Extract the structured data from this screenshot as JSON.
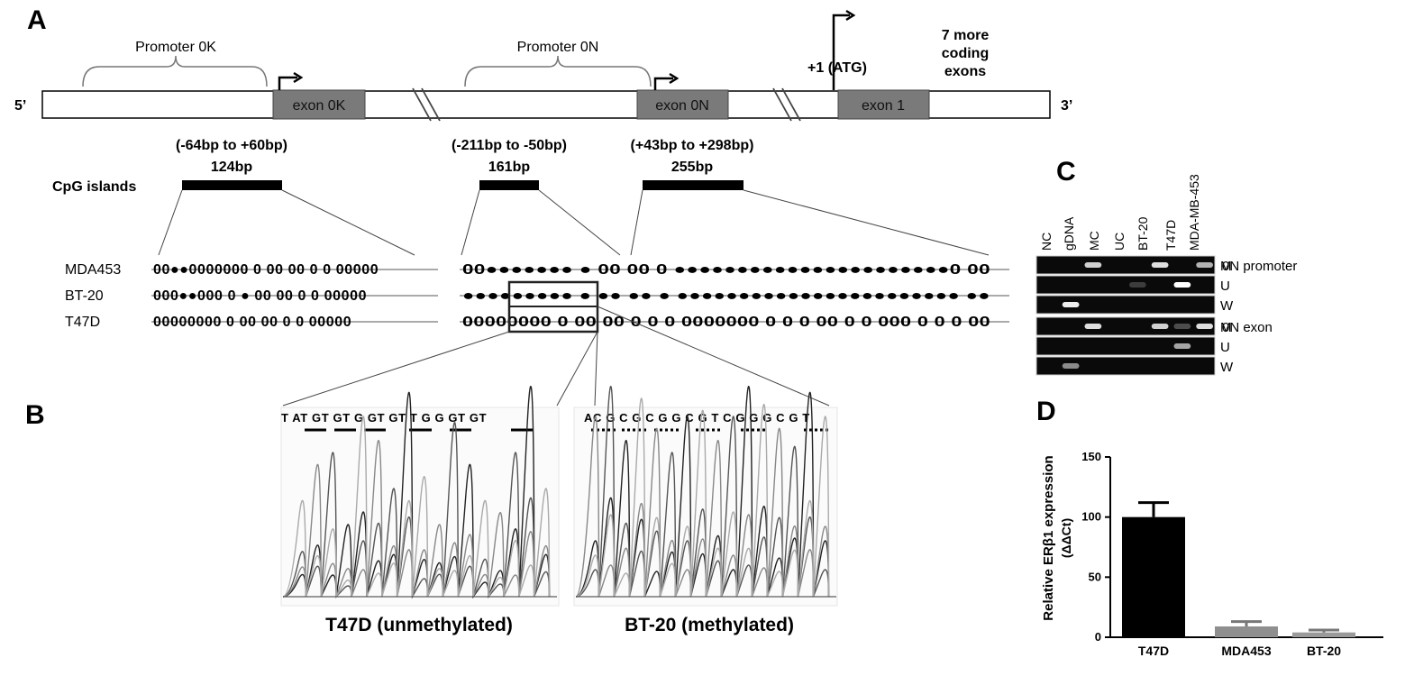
{
  "panels": {
    "a": "A",
    "b": "B",
    "c": "C",
    "d": "D"
  },
  "gene_map": {
    "five_prime": "5’",
    "three_prime": "3’",
    "promoter_0k": "Promoter 0K",
    "promoter_0n": "Promoter 0N",
    "exon_0k": "exon 0K",
    "exon_0n": "exon 0N",
    "exon_1": "exon  1",
    "atg": "+1 (ATG)",
    "more_exons": [
      "7 more",
      "coding",
      "exons"
    ]
  },
  "cpg": {
    "label": "CpG islands",
    "islands": [
      {
        "range": "(-64bp to +60bp)",
        "size": "124bp"
      },
      {
        "range": "(-211bp to -50bp)",
        "size": "161bp"
      },
      {
        "range": "(+43bp to +298bp)",
        "size": "255bp"
      }
    ]
  },
  "lollipop": {
    "rows": [
      {
        "name": "MDA453",
        "g1": "00●●0000000 0 00 00 0 0 00000",
        "g2": "00●●●●●●● ● 00 00 0 ●●●●●●●●●●●●●●●●●●●●●●0 00"
      },
      {
        "name": "BT-20",
        "g1": "000●●000 0 ● 00 00 0 0 00000",
        "g2": "●●●●●●●●● ● ●● ●● ● ●●●●●●●●●●●●●●●●●●●●●●● ●●"
      },
      {
        "name": "T47D",
        "g1": "00000000 0 00 00 0 0 00000",
        "g2": "00000000 0 00 00 0 0 0 0000000 0 0 0 00 0 0 000 0 0 0 00"
      }
    ]
  },
  "sequencing": {
    "left_seq": "T AT  GT  GT  G  GT  GT  T  G  G GT  GT",
    "right_seq": "AC G C  G C G  G C G  T C G  G G C  G T",
    "left_caption": "T47D (unmethylated)",
    "right_caption": "BT-20 (methylated)"
  },
  "gel": {
    "lanes": [
      "NC",
      "gDNA",
      "MC",
      "UC",
      "BT-20",
      "T47D",
      "MDA-MB-453"
    ],
    "row_labels": [
      "M",
      "U",
      "W",
      "M",
      "U",
      "W"
    ],
    "group_labels": [
      "0N promoter",
      "0N exon"
    ],
    "bands": [
      [
        0,
        0,
        0.85,
        0,
        0,
        0.9,
        0,
        0.75
      ],
      [
        0,
        0,
        0,
        0,
        0.2,
        0,
        1.0,
        0
      ],
      [
        0,
        0.95,
        0,
        0,
        0,
        0,
        0,
        0
      ],
      [
        0,
        0,
        0.9,
        0,
        0,
        0.85,
        0.3,
        0.9
      ],
      [
        0,
        0,
        0,
        0,
        0,
        0,
        0.7,
        0
      ],
      [
        0,
        0.6,
        0,
        0,
        0,
        0,
        0,
        0
      ]
    ]
  },
  "chart_data": {
    "type": "bar",
    "categories": [
      "T47D",
      "MDA453",
      "BT-20"
    ],
    "values": [
      100,
      9,
      4
    ],
    "errors": [
      12,
      4,
      2
    ],
    "colors": [
      "#000000",
      "#8f8f8f",
      "#9a9a9a"
    ],
    "ylabel_line1": "Relative ERβ1 expression",
    "ylabel_line2": "(ΔΔCt)",
    "yticks": [
      0,
      50,
      100,
      150
    ],
    "ylim": [
      0,
      150
    ]
  }
}
